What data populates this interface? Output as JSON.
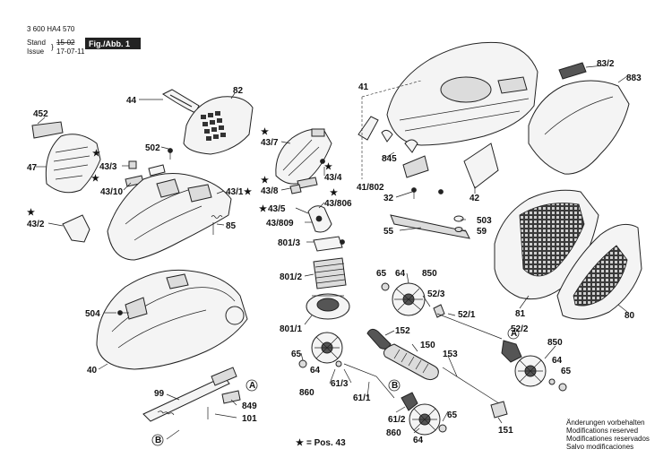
{
  "header": {
    "doc_number": "3 600 HA4 570",
    "stand_label": "Stand",
    "issue_label": "Issue",
    "stand_value": "15-02",
    "issue_value": "17-07-11",
    "figure_label": "Fig./Abb. 1"
  },
  "parts": [
    {
      "id": "p44",
      "text": "44"
    },
    {
      "id": "p82",
      "text": "82"
    },
    {
      "id": "p452",
      "text": "452"
    },
    {
      "id": "p47",
      "text": "47"
    },
    {
      "id": "p43_3",
      "text": "43/3"
    },
    {
      "id": "p43_10",
      "text": "43/10"
    },
    {
      "id": "p502",
      "text": "502"
    },
    {
      "id": "p43_1",
      "text": "43/1"
    },
    {
      "id": "p85",
      "text": "85"
    },
    {
      "id": "p43_2",
      "text": "43/2"
    },
    {
      "id": "p504",
      "text": "504"
    },
    {
      "id": "p40",
      "text": "40"
    },
    {
      "id": "p43_7",
      "text": "43/7"
    },
    {
      "id": "p43_4",
      "text": "43/4"
    },
    {
      "id": "p43_8",
      "text": "43/8"
    },
    {
      "id": "p43_806",
      "text": "43/806"
    },
    {
      "id": "p43_5",
      "text": "43/5"
    },
    {
      "id": "p43_809",
      "text": "43/809"
    },
    {
      "id": "p801_3",
      "text": "801/3"
    },
    {
      "id": "p801_2",
      "text": "801/2"
    },
    {
      "id": "p801_1",
      "text": "801/1"
    },
    {
      "id": "p41",
      "text": "41"
    },
    {
      "id": "p845",
      "text": "845"
    },
    {
      "id": "p41_802",
      "text": "41/802"
    },
    {
      "id": "p32",
      "text": "32"
    },
    {
      "id": "p42",
      "text": "42"
    },
    {
      "id": "p55",
      "text": "55"
    },
    {
      "id": "p503",
      "text": "503"
    },
    {
      "id": "p59",
      "text": "59"
    },
    {
      "id": "p83_2",
      "text": "83/2"
    },
    {
      "id": "p883",
      "text": "883"
    },
    {
      "id": "p81",
      "text": "81"
    },
    {
      "id": "p80",
      "text": "80"
    },
    {
      "id": "p65a",
      "text": "65"
    },
    {
      "id": "p64a",
      "text": "64"
    },
    {
      "id": "p850a",
      "text": "850"
    },
    {
      "id": "p52_3",
      "text": "52/3"
    },
    {
      "id": "p52_1",
      "text": "52/1"
    },
    {
      "id": "p52_2",
      "text": "52/2"
    },
    {
      "id": "pA1",
      "text": "A"
    },
    {
      "id": "p152",
      "text": "152"
    },
    {
      "id": "p150",
      "text": "150"
    },
    {
      "id": "p153",
      "text": "153"
    },
    {
      "id": "p850b",
      "text": "850"
    },
    {
      "id": "p64b",
      "text": "64"
    },
    {
      "id": "p65b",
      "text": "65"
    },
    {
      "id": "p65c",
      "text": "65"
    },
    {
      "id": "p64c",
      "text": "64"
    },
    {
      "id": "p860a",
      "text": "860"
    },
    {
      "id": "p61_3",
      "text": "61/3"
    },
    {
      "id": "p61_1",
      "text": "61/1"
    },
    {
      "id": "pB1",
      "text": "B"
    },
    {
      "id": "p61_2",
      "text": "61/2"
    },
    {
      "id": "p65d",
      "text": "65"
    },
    {
      "id": "p860b",
      "text": "860"
    },
    {
      "id": "p64d",
      "text": "64"
    },
    {
      "id": "p151",
      "text": "151"
    },
    {
      "id": "p99",
      "text": "99"
    },
    {
      "id": "pA2",
      "text": "A"
    },
    {
      "id": "p849",
      "text": "849"
    },
    {
      "id": "p101",
      "text": "101"
    },
    {
      "id": "pB2",
      "text": "B"
    }
  ],
  "footnote": {
    "star": "★",
    "text": "= Pos. 43"
  },
  "notice": [
    "Änderungen vorbehalten",
    "Modifications reserved",
    "Modificationes reservados",
    "Salvo modificaciones"
  ]
}
